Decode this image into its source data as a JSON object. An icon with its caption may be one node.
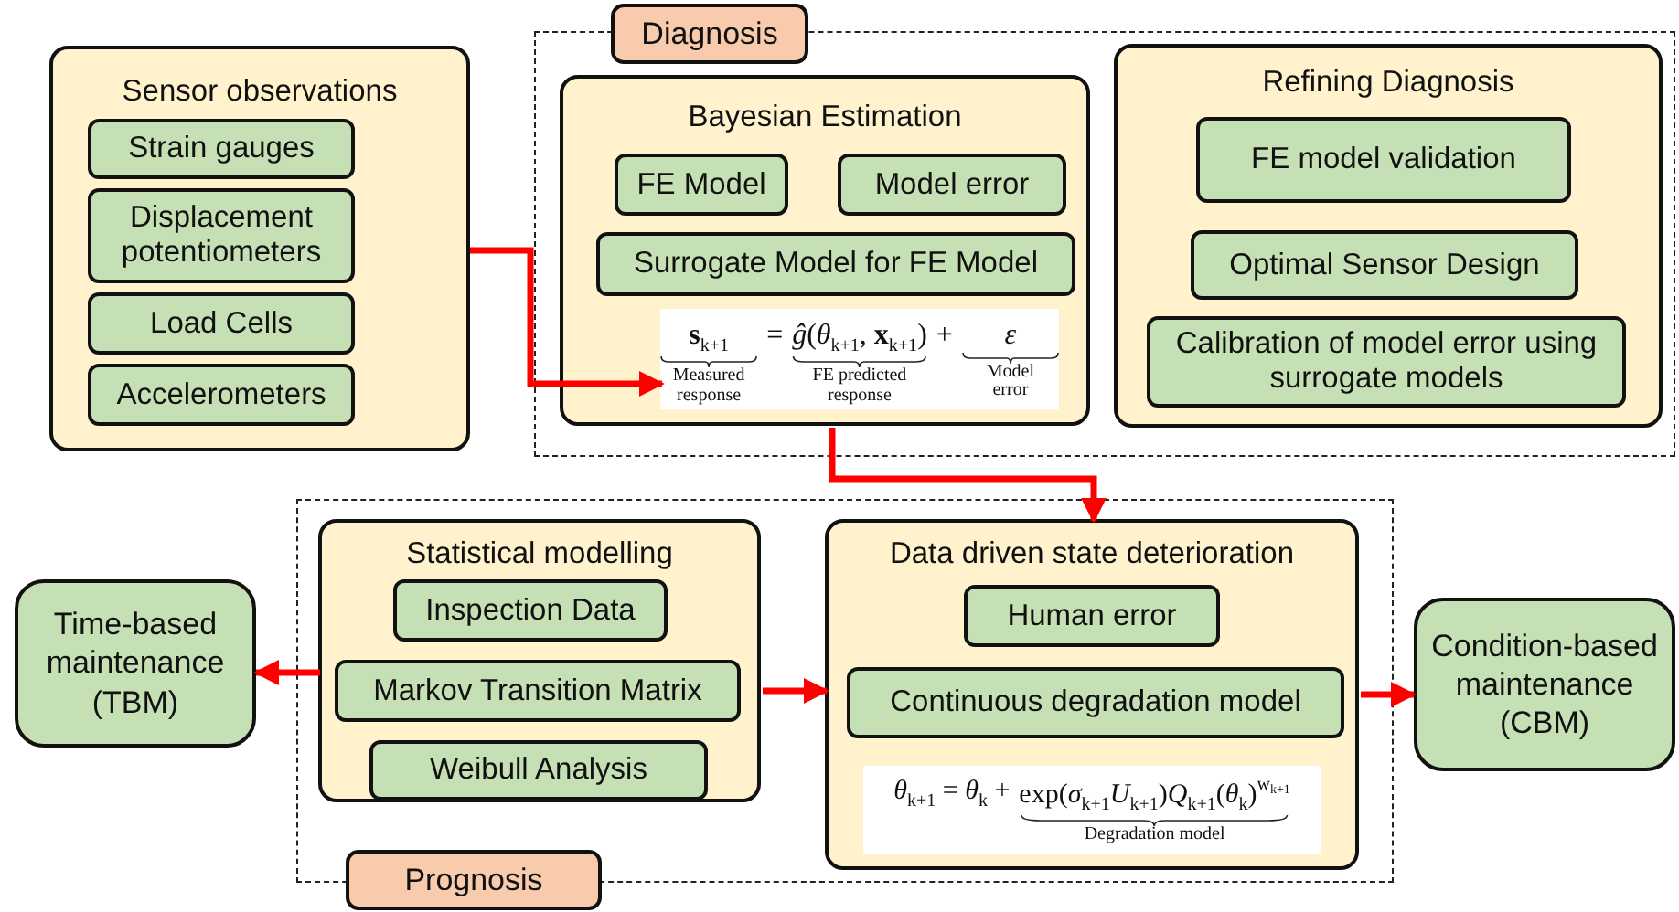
{
  "diagram": {
    "nodes": [
      {
        "text": [
          "Sensor observations"
        ]
      },
      {
        "text": [
          "Strain gauges"
        ],
        "in": 0
      },
      {
        "text": [
          "Displacement potentiometers"
        ],
        "in": 0
      },
      {
        "text": [
          "Load Cells"
        ],
        "in": 0
      },
      {
        "text": [
          "Accelerometers"
        ],
        "in": 0
      },
      {
        "text": [
          "Diagnosis"
        ]
      },
      {
        "text": [
          "Bayesian Estimation"
        ],
        "in": 5
      },
      {
        "text": [
          "FE Model"
        ],
        "in": 6
      },
      {
        "text": [
          "Model error"
        ],
        "in": 6
      },
      {
        "text": [
          "Surrogate Model for FE Model"
        ],
        "in": 6
      },
      {
        "text": [
          "**s**$_{k+1}$",
          "Measured response",
          "=",
          "*ĝ*(*θ*$_{k+1}$, **x**$_{k+1}$)",
          "FE predicted response",
          "+",
          "*ε*",
          "Model error"
        ],
        "in": 6
      },
      {
        "text": [
          "Refining Diagnosis"
        ],
        "in": 5
      },
      {
        "text": [
          "FE model validation"
        ],
        "in": 11
      },
      {
        "text": [
          "Optimal Sensor Design"
        ],
        "in": 11
      },
      {
        "text": [
          "Calibration of model error using surrogate models"
        ],
        "in": 11
      },
      {
        "text": [
          "Prognosis"
        ]
      },
      {
        "text": [
          "Statistical modelling"
        ],
        "in": 15
      },
      {
        "text": [
          "Inspection Data"
        ],
        "in": 16
      },
      {
        "text": [
          "Markov Transition Matrix"
        ],
        "in": 16
      },
      {
        "text": [
          "Weibull Analysis"
        ],
        "in": 16
      },
      {
        "text": [
          "Data driven state deterioration"
        ],
        "in": 15
      },
      {
        "text": [
          "Human error"
        ],
        "in": 20
      },
      {
        "text": [
          "Continuous degradation model"
        ],
        "in": 20
      },
      {
        "text": [
          "*θ*$_{k+1}$ = *θ*$_{k}$ +",
          "exp(*σ*$_{k+1}$*U*$_{k+1}$)*Q*$_{k+1}$(*θ*$_{k}$)",
          "$^{w}$$_{k+1}$",
          "Degradation model"
        ],
        "in": 20
      },
      {
        "text": [
          "Time-based maintenance (TBM)"
        ]
      },
      {
        "text": [
          "Condition-based maintenance (CBM)"
        ]
      }
    ],
    "edges": [
      {
        "from": 0,
        "to": 10,
        "arrow": "to"
      },
      {
        "from": 6,
        "to": 20,
        "arrow": "to"
      },
      {
        "from": 16,
        "to": 24,
        "arrow": "to"
      },
      {
        "from": 16,
        "to": 20,
        "arrow": "to"
      },
      {
        "from": 20,
        "to": 25,
        "arrow": "to"
      }
    ]
  }
}
